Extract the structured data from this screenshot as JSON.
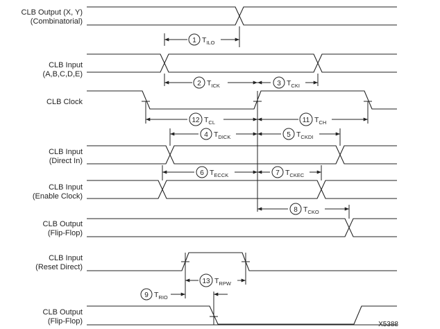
{
  "signals": [
    {
      "id": "clb-output-xy",
      "line1": "CLB Output (X, Y)",
      "line2": "(Combinatorial)"
    },
    {
      "id": "clb-input-abcde",
      "line1": "CLB Input",
      "line2": "(A,B,C,D,E)"
    },
    {
      "id": "clb-clock",
      "line1": "CLB Clock",
      "line2": ""
    },
    {
      "id": "clb-input-direct",
      "line1": "CLB Input",
      "line2": "(Direct In)"
    },
    {
      "id": "clb-input-enable",
      "line1": "CLB Input",
      "line2": "(Enable Clock)"
    },
    {
      "id": "clb-output-ff",
      "line1": "CLB Output",
      "line2": "(Flip-Flop)"
    },
    {
      "id": "clb-input-reset",
      "line1": "CLB Input",
      "line2": "(Reset Direct)"
    },
    {
      "id": "clb-output-ff2",
      "line1": "CLB Output",
      "line2": "(Flip-Flop)"
    }
  ],
  "timings": [
    {
      "num": "1",
      "main": "T",
      "sub": "ILO"
    },
    {
      "num": "2",
      "main": "T",
      "sub": "ICK"
    },
    {
      "num": "3",
      "main": "T",
      "sub": "CKI"
    },
    {
      "num": "12",
      "main": "T",
      "sub": "CL"
    },
    {
      "num": "11",
      "main": "T",
      "sub": "CH"
    },
    {
      "num": "4",
      "main": "T",
      "sub": "DICK"
    },
    {
      "num": "5",
      "main": "T",
      "sub": "CKDI"
    },
    {
      "num": "6",
      "main": "T",
      "sub": "ECCK"
    },
    {
      "num": "7",
      "main": "T",
      "sub": "CKEC"
    },
    {
      "num": "8",
      "main": "T",
      "sub": "CKO"
    },
    {
      "num": "13",
      "main": "T",
      "sub": "RPW"
    },
    {
      "num": "9",
      "main": "T",
      "sub": "RIO"
    }
  ],
  "figure_id": "X5388"
}
